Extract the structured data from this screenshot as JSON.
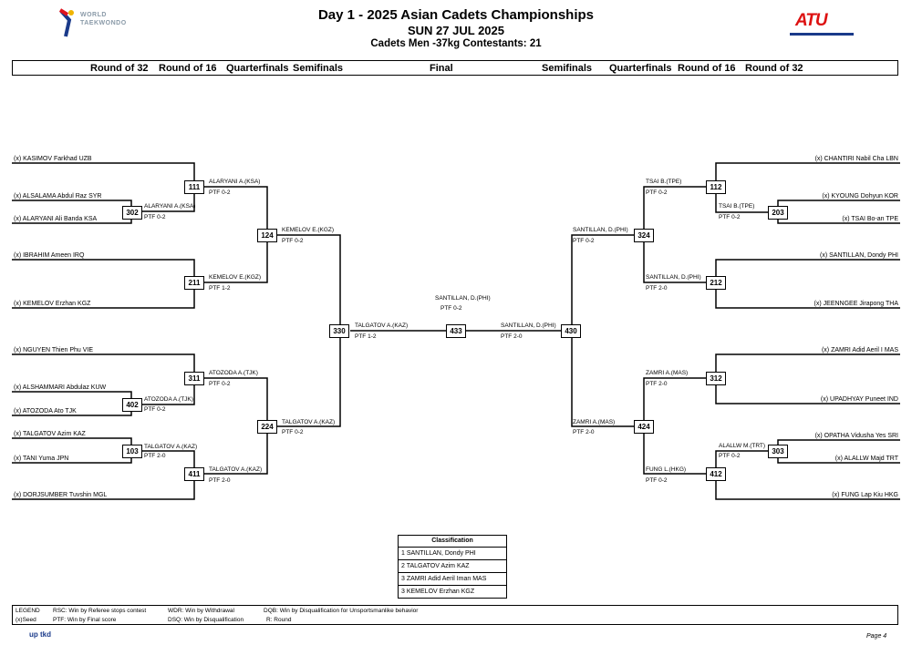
{
  "header": {
    "title": "Day 1 - 2025 Asian Cadets Championships",
    "date": "SUN 27 JUL 2025",
    "category": "Cadets  Men -37kg  Contestants: 21",
    "logo_left_text": "WORLD\nTAEKWONDO",
    "logo_right_text": "ATU"
  },
  "rounds": [
    "Round of 32",
    "Round of 16",
    "Quarterfinals",
    "Semifinals",
    "Final",
    "Semifinals",
    "Quarterfinals",
    "Round of 16",
    "Round of 32"
  ],
  "left_entrants": [
    "(x) KASIMOV Farkhad UZB",
    "(x) ALSALAMA Abdul Raz SYR",
    "(x) ALARYANI Ali Banda KSA",
    "(x) IBRAHIM Ameen IRQ",
    "(x) KEMELOV Erzhan KGZ",
    "(x) NGUYEN Thien Phu VIE",
    "(x) ALSHAMMARI Abdulaz KUW",
    "(x) ATOZODA Ato TJK",
    "(x) TALGATOV Azim KAZ",
    "(x) TANI Yuma JPN",
    "(x) DORJSUMBER Tuvshin MGL"
  ],
  "right_entrants": [
    "(x) CHANTIRI Nabil Cha LBN",
    "(x) KYOUNG Dohyun KOR",
    "(x) TSAI Bo-an TPE",
    "(x) SANTILLAN, Dondy PHI",
    "(x) JEENNGEE Jirapong THA",
    "(x) ZAMRI Adid Aeril I MAS",
    "(x) UPADHYAY Puneet IND",
    "(x) OPATHA Vidusha Yes SRI",
    "(x) ALALLW Majd TRT",
    "(x) FUNG Lap Kiu HKG"
  ],
  "matches": {
    "m111": "111",
    "m302": "302",
    "m211": "211",
    "m124": "124",
    "m311": "311",
    "m402": "402",
    "m103": "103",
    "m411": "411",
    "m224": "224",
    "m330": "330",
    "m433": "433",
    "m430": "430",
    "m112": "112",
    "m203": "203",
    "m212": "212",
    "m324": "324",
    "m312": "312",
    "m303": "303",
    "m412": "412",
    "m424": "424"
  },
  "results": [
    {
      "winner": "ALARYANI A.(KSA)",
      "score": "PTF 0-2"
    },
    {
      "winner": "ALARYANI A.(KSA)",
      "score": "PTF 0-2"
    },
    {
      "winner": "KEMELOV E.(KGZ)",
      "score": "PTF 1-2"
    },
    {
      "winner": "KEMELOV E.(KGZ)",
      "score": "PTF 0-2"
    },
    {
      "winner": "ATOZODA A.(TJK)",
      "score": "PTF 0-2"
    },
    {
      "winner": "ATOZODA A.(TJK)",
      "score": "PTF 0-2"
    },
    {
      "winner": "TALGATOV A.(KAZ)",
      "score": "PTF 2-0"
    },
    {
      "winner": "TALGATOV A.(KAZ)",
      "score": "PTF 2-0"
    },
    {
      "winner": "TALGATOV A.(KAZ)",
      "score": "PTF 0-2"
    },
    {
      "winner": "TALGATOV A.(KAZ)",
      "score": "PTF 1-2"
    },
    {
      "winner": "SANTILLAN, D.(PHI)",
      "score": "PTF 0-2"
    },
    {
      "winner": "SANTILLAN, D.(PHI)",
      "score": "PTF 2-0"
    },
    {
      "winner": "TSAI B.(TPE)",
      "score": "PTF 0-2"
    },
    {
      "winner": "TSAI B.(TPE)",
      "score": "PTF 0-2"
    },
    {
      "winner": "SANTILLAN, D.(PHI)",
      "score": "PTF 2-0"
    },
    {
      "winner": "SANTILLAN, D.(PHI)",
      "score": "PTF 0-2"
    },
    {
      "winner": "ZAMRI A.(MAS)",
      "score": "PTF 2-0"
    },
    {
      "winner": "ALALLW M.(TRT)",
      "score": "PTF 0-2"
    },
    {
      "winner": "FUNG L.(HKG)",
      "score": "PTF 0-2"
    },
    {
      "winner": "ZAMRI A.(MAS)",
      "score": "PTF 2-0"
    }
  ],
  "classification": {
    "title": "Classification",
    "rows": [
      "1 SANTILLAN, Dondy PHI",
      "2 TALGATOV Azim KAZ",
      "3 ZAMRI Adid Aeril Iman MAS",
      "3 KEMELOV Erzhan KGZ"
    ]
  },
  "legend": {
    "l1": "LEGEND",
    "l2": "RSC: Win by Referee stops contest",
    "l3": "WDR: Win by Withdrawal",
    "l4": "DQB: Win by Disqualification for Unsportsmanlike behavior",
    "l5": "(x)Seed",
    "l6": "PTF: Win by Final score",
    "l7": "DSQ: Win by Disqualification",
    "l8": "R: Round"
  },
  "footer": {
    "brand": "up tkd",
    "page": "Page 4"
  }
}
